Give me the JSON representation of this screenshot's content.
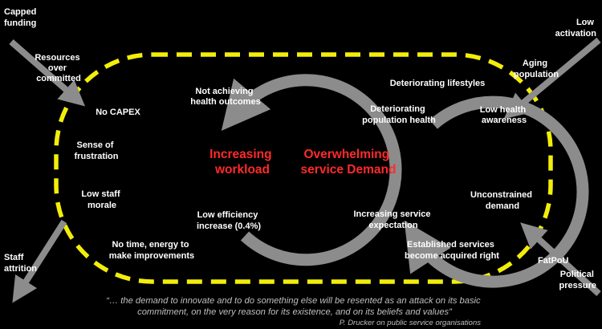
{
  "colors": {
    "background": "#000000",
    "text": "#ffffff",
    "highlight_text": "#ff2a2a",
    "dashed_loop": "#f2ee0a",
    "arrows": "#8c8c8c",
    "quote_text": "#bfbfbf"
  },
  "inputs": {
    "capped_funding": [
      "Capped",
      "funding"
    ],
    "low_activation": [
      "Low",
      "activation"
    ],
    "fatpou": "FatPoU",
    "political_pressure": [
      "Political",
      "pressure"
    ]
  },
  "outputs": {
    "staff_attrition": [
      "Staff",
      "attrition"
    ]
  },
  "left_loop": {
    "center": [
      "Increasing",
      "workload"
    ],
    "labels": {
      "resources_over_committed": [
        "Resources",
        "over",
        "committed"
      ],
      "no_capex": "No CAPEX",
      "not_achieving": [
        "Not achieving",
        "health outcomes"
      ],
      "sense_of_frustration": [
        "Sense of",
        "frustration"
      ],
      "low_staff_morale": [
        "Low staff",
        "morale"
      ],
      "low_efficiency": [
        "Low efficiency",
        "increase (0.4%)"
      ],
      "no_time": [
        "No time, energy to",
        "make improvements"
      ]
    }
  },
  "right_loop": {
    "center": [
      "Overwhelming",
      "service Demand"
    ],
    "labels": {
      "aging_population": [
        "Aging",
        "population"
      ],
      "deteriorating_lifestyles": "Deteriorating lifestyles",
      "deteriorating_population_health": [
        "Deteriorating",
        "population health"
      ],
      "low_health_awareness": [
        "Low health",
        "awareness"
      ],
      "unconstrained_demand": [
        "Unconstrained",
        "demand"
      ],
      "increasing_service_expectation": [
        "Increasing service",
        "expectation"
      ],
      "established_services": [
        "Established services",
        "become acquired right"
      ]
    }
  },
  "quote": {
    "lines": [
      "“… the demand to innovate and to do something else will be resented as an attack on its basic",
      "commitment, on the very reason for its existence, and on its beliefs and values”"
    ],
    "attribution": "P. Drucker on public service organisations"
  }
}
